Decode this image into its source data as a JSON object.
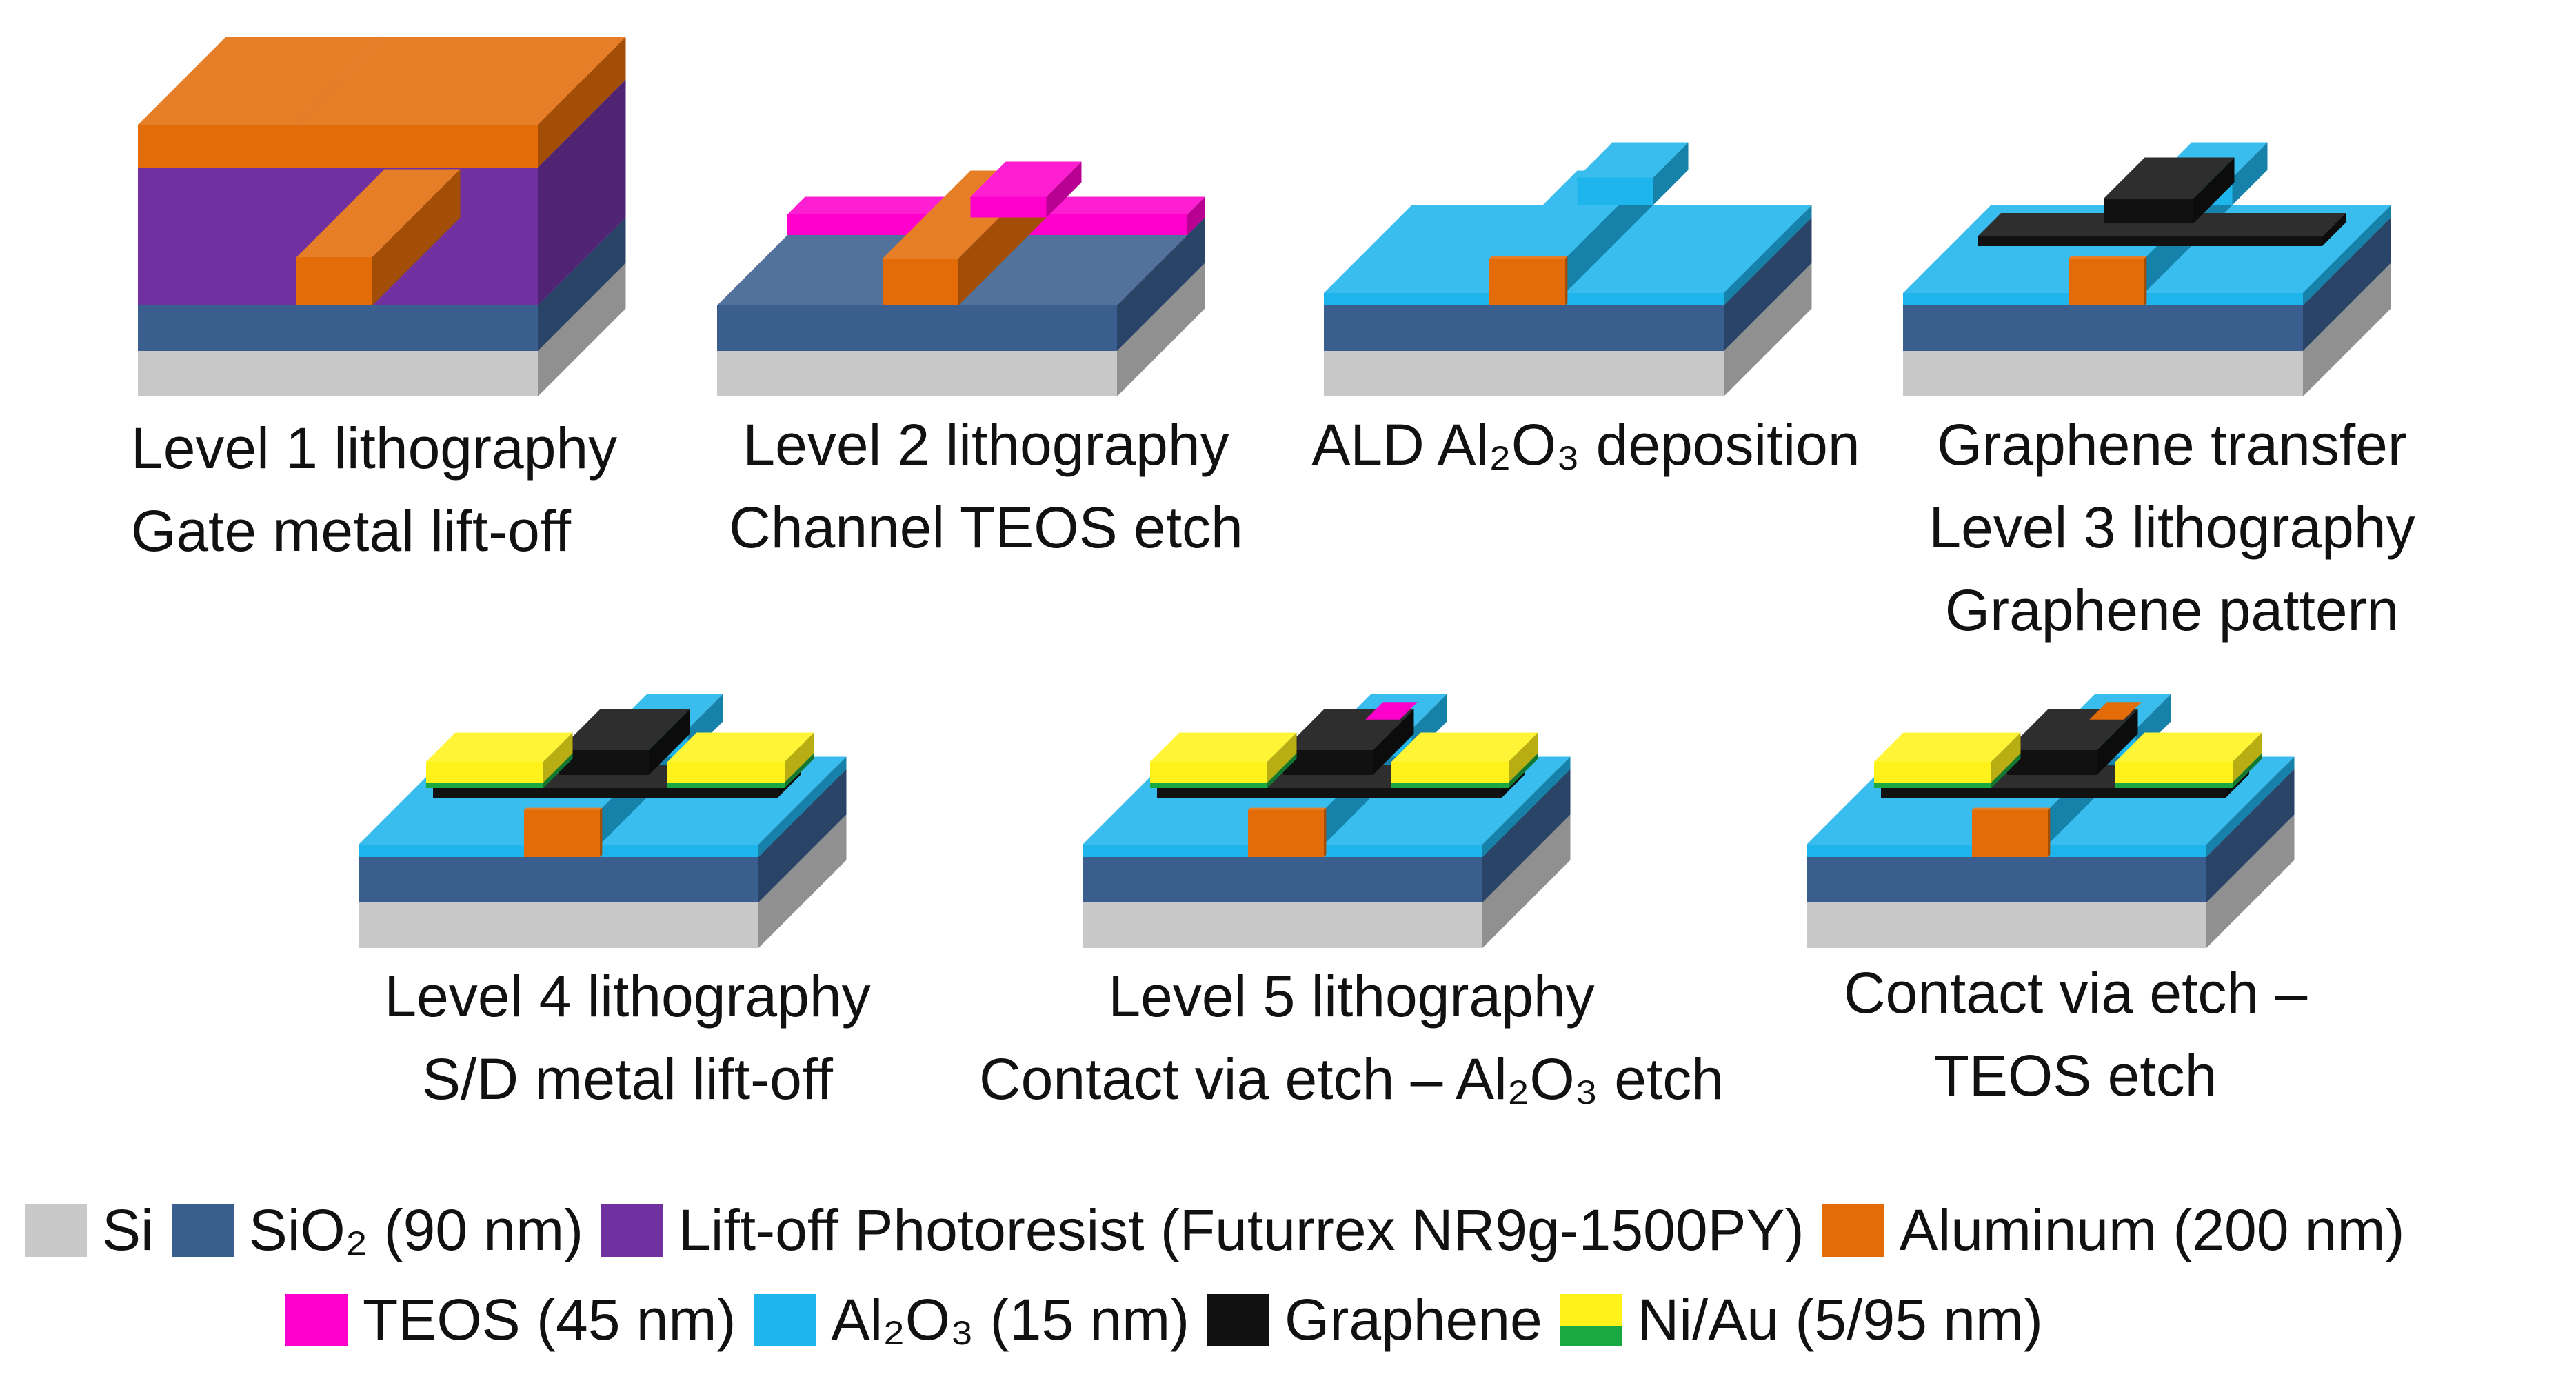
{
  "panels": [
    {
      "id": "p1",
      "lines": [
        "Level 1 lithography",
        "Gate metal lift-off"
      ]
    },
    {
      "id": "p2",
      "lines": [
        "Level 2 lithography",
        "Channel TEOS etch"
      ]
    },
    {
      "id": "p3",
      "lines": [
        "ALD Al₂O₃ deposition"
      ]
    },
    {
      "id": "p4",
      "lines": [
        "Graphene transfer",
        "Level 3 lithography",
        "Graphene pattern"
      ]
    },
    {
      "id": "p5",
      "lines": [
        "Level 4 lithography",
        "S/D metal lift-off"
      ]
    },
    {
      "id": "p6",
      "lines": [
        "Level 5 lithography",
        "Contact via etch – Al₂O₃ etch"
      ]
    },
    {
      "id": "p7",
      "lines": [
        "Contact via etch –",
        "TEOS etch"
      ]
    }
  ],
  "legend": [
    {
      "label": "Si",
      "color": "#c8c8c8"
    },
    {
      "label": "SiO₂ (90 nm)",
      "color": "#3a5f8f"
    },
    {
      "label": "Lift-off Photoresist (Futurrex NR9g-1500PY)",
      "color": "#7030a0"
    },
    {
      "label": "Aluminum (200 nm)",
      "color": "#e36c09"
    },
    {
      "label": "TEOS (45 nm)",
      "color": "#ff00cc"
    },
    {
      "label": "Al₂O₃ (15 nm)",
      "color": "#1eb4ec"
    },
    {
      "label": "Graphene",
      "color": "#111111"
    },
    {
      "label": "Ni/Au (5/95 nm)",
      "colors": [
        "#fff21a",
        "#1aa843"
      ]
    }
  ]
}
